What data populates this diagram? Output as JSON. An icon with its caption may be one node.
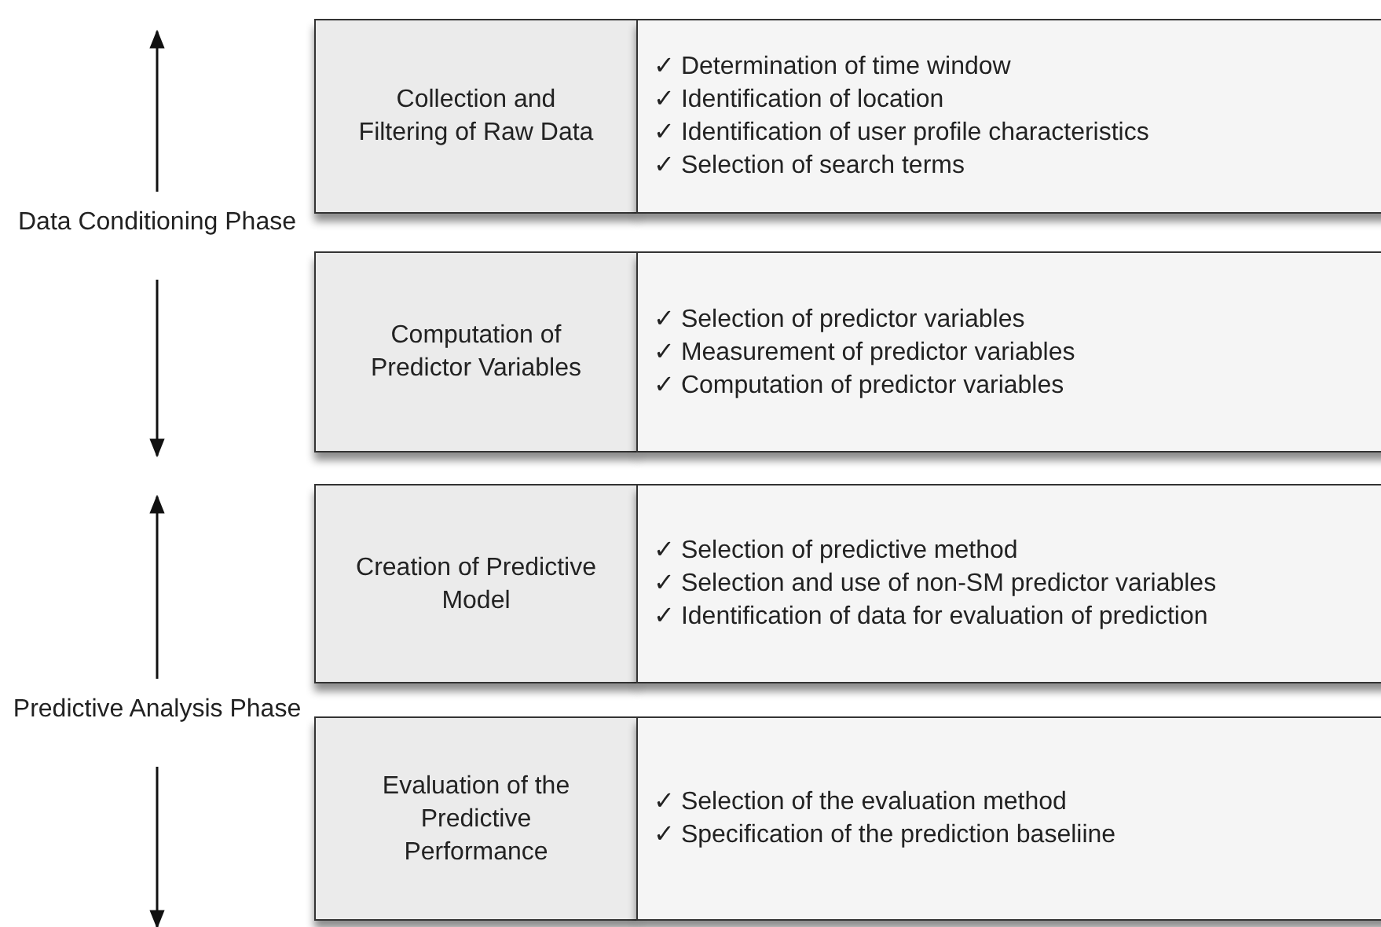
{
  "diagram": {
    "nodes": [
      {
        "text": [
          "Collection and Filtering of Raw Data"
        ]
      },
      {
        "text": [
          "✓ Determination of time window",
          "✓ Identification of location",
          "✓ Identification of user profile characteristics",
          "✓ Selection of search terms"
        ]
      },
      {
        "text": [
          "Computation of Predictor Variables"
        ]
      },
      {
        "text": [
          "✓ Selection of predictor variables",
          "✓ Measurement of predictor variables",
          "✓ Computation of predictor variables"
        ]
      },
      {
        "text": [
          "Creation of Predictive Model"
        ]
      },
      {
        "text": [
          "✓ Selection of predictive method",
          "✓ Selection and use of non-SM predictor variables",
          "✓ Identification of data for evaluation of prediction"
        ]
      },
      {
        "text": [
          "Evaluation of the Predictive Performance"
        ]
      },
      {
        "text": [
          "✓ Selection of the evaluation method",
          "✓ Specification of the prediction baseliine"
        ]
      }
    ],
    "edges": [],
    "labels": [
      "Data Conditioning Phase",
      "Predictive Analysis Phase"
    ]
  }
}
